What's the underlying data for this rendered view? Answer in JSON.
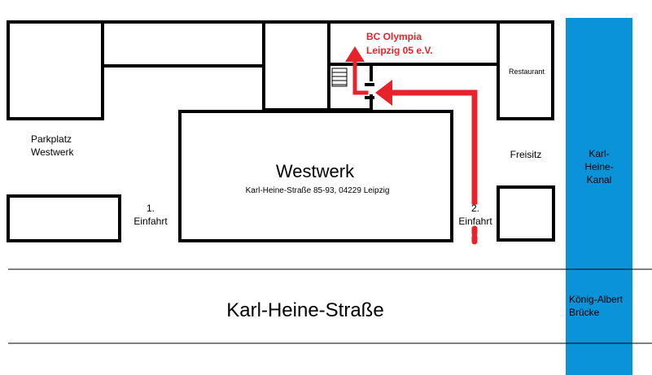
{
  "colors": {
    "route": "#e8222b",
    "canal": "#0a93d8",
    "building_outline": "#000000",
    "road_line": "#000000"
  },
  "labels": {
    "club_line1": "BC Olympia",
    "club_line2": "Leipzig 05 e.V.",
    "restaurant": "Restaurant",
    "parking_line1": "Parkplatz",
    "parking_line2": "Westwerk",
    "westwerk_title": "Westwerk",
    "westwerk_address": "Karl-Heine-Straße 85-93, 04229 Leipzig",
    "entrance1_line1": "1.",
    "entrance1_line2": "Einfahrt",
    "entrance2_line1": "2.",
    "entrance2_line2": "Einfahrt",
    "freisitz": "Freisitz",
    "canal_line1": "Karl-",
    "canal_line2": "Heine-",
    "canal_line3": "Kanal",
    "street": "Karl-Heine-Straße",
    "bridge_line1": "König-Albert",
    "bridge_line2": "Brücke"
  },
  "icons": {
    "route_arrow": "arrow-up-icon",
    "entrance_arrow": "arrow-left-icon",
    "stairs": "stairs-icon",
    "door": "door-icon"
  }
}
